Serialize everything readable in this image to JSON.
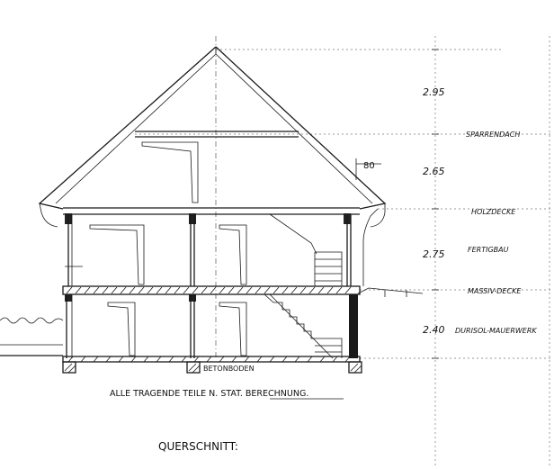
{
  "drawing": {
    "title": "QUERSCHNITT:",
    "caption": "ALLE TRAGENDE TEILE N. STAT. BERECHNUNG.",
    "floor_label": "BETONBODEN",
    "roof_overhang_dim": "80",
    "levels": [
      {
        "label": "SPARRENDACH",
        "height": "2.95"
      },
      {
        "label": "HOLZDECKE",
        "height": "2.65"
      },
      {
        "label": "FERTIGBAU",
        "height": "2.75"
      },
      {
        "label": "MASSIV-DECKE",
        "height": "2.40"
      },
      {
        "label": "DURISOL-MAUERWERK",
        "height": ""
      }
    ]
  },
  "colors": {
    "ink": "#1a1a1a",
    "paper": "#ffffff",
    "hatch": "#222222"
  }
}
